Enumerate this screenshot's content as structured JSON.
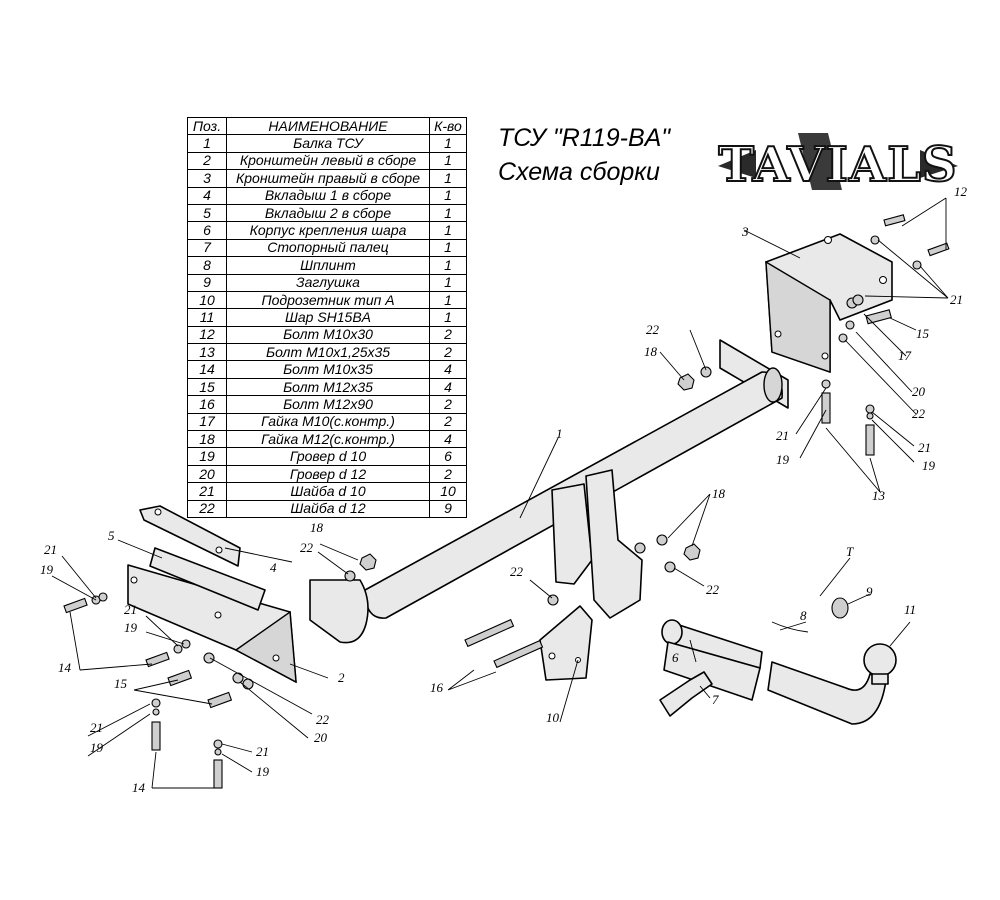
{
  "title": "ТСУ \"R119-BA\"",
  "subtitle": "Схема сборки",
  "logo": "TAVIALS",
  "table": {
    "headers": [
      "Поз.",
      "НАИМЕНОВАНИЕ",
      "К-во"
    ],
    "rows": [
      [
        "1",
        "Балка ТСУ",
        "1"
      ],
      [
        "2",
        "Кронштейн левый в сборе",
        "1"
      ],
      [
        "3",
        "Кронштейн правый в сборе",
        "1"
      ],
      [
        "4",
        "Вкладыш 1 в сборе",
        "1"
      ],
      [
        "5",
        "Вкладыш 2 в сборе",
        "1"
      ],
      [
        "6",
        "Корпус крепления шара",
        "1"
      ],
      [
        "7",
        "Стопорный палец",
        "1"
      ],
      [
        "8",
        "Шплинт",
        "1"
      ],
      [
        "9",
        "Заглушка",
        "1"
      ],
      [
        "10",
        "Подрозетник тип А",
        "1"
      ],
      [
        "11",
        "Шар SH15BA",
        "1"
      ],
      [
        "12",
        "Болт М10х30",
        "2"
      ],
      [
        "13",
        "Болт М10х1,25х35",
        "2"
      ],
      [
        "14",
        "Болт М10х35",
        "4"
      ],
      [
        "15",
        "Болт М12х35",
        "4"
      ],
      [
        "16",
        "Болт М12х90",
        "2"
      ],
      [
        "17",
        "Гайка М10(с.контр.)",
        "2"
      ],
      [
        "18",
        "Гайка М12(с.контр.)",
        "4"
      ],
      [
        "19",
        "Гровер d 10",
        "6"
      ],
      [
        "20",
        "Гровер d 12",
        "2"
      ],
      [
        "21",
        "Шайба d 10",
        "10"
      ],
      [
        "22",
        "Шайба d 12",
        "9"
      ]
    ]
  },
  "callouts": {
    "c1": "1",
    "c2": "2",
    "c3": "3",
    "c4": "4",
    "c5": "5",
    "c6": "6",
    "c7": "7",
    "c8": "8",
    "c9": "9",
    "c10": "10",
    "c11": "11",
    "c12": "12",
    "c13": "13",
    "c14a": "14",
    "c14b": "14",
    "c15a": "15",
    "c15b": "15",
    "c16": "16",
    "c17": "17",
    "c18a": "18",
    "c18b": "18",
    "c18c": "18",
    "c19a": "19",
    "c19b": "19",
    "c19c": "19",
    "c19d": "19",
    "c19e": "19",
    "c19f": "19",
    "c20a": "20",
    "c20b": "20",
    "c21a": "21",
    "c21b": "21",
    "c21c": "21",
    "c21d": "21",
    "c21e": "21",
    "c21f": "21",
    "c21g": "21",
    "c22a": "22",
    "c22b": "22",
    "c22c": "22",
    "c22d": "22",
    "c22e": "22",
    "c22f": "22",
    "cT": "T"
  }
}
